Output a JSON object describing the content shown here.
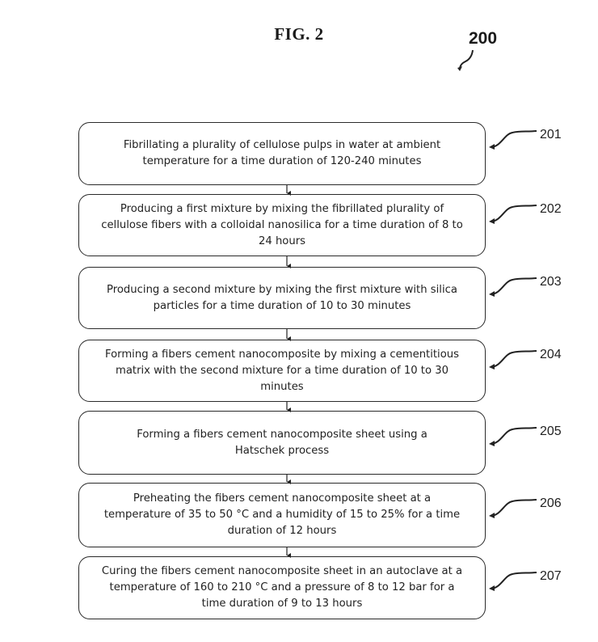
{
  "figure": {
    "title": "FIG. 2",
    "reference_number": "200"
  },
  "steps": [
    {
      "ref": "201",
      "text": "Fibrillating a plurality of cellulose pulps in water at ambient temperature for a time duration of 120-240 minutes"
    },
    {
      "ref": "202",
      "text": "Producing a first mixture by mixing the fibrillated plurality of cellulose fibers with a colloidal nanosilica for a time duration of 8 to 24 hours"
    },
    {
      "ref": "203",
      "text": "Producing a second mixture by mixing the first mixture with silica particles for a time duration of 10 to 30 minutes"
    },
    {
      "ref": "204",
      "text": "Forming a fibers cement nanocomposite by mixing a cementitious matrix with the second mixture for a time duration of 10 to 30 minutes"
    },
    {
      "ref": "205",
      "text": "Forming a fibers cement nanocomposite sheet using a Hatschek process"
    },
    {
      "ref": "206",
      "text": "Preheating the fibers cement nanocomposite sheet at a temperature of 35 to 50 °C and a humidity of 15 to 25% for a time duration of 12 hours"
    },
    {
      "ref": "207",
      "text": "Curing the fibers cement nanocomposite sheet in an autoclave at a temperature of 160 to 210 °C and a pressure of 8 to 12 bar for a time duration of 9 to 13 hours"
    }
  ]
}
